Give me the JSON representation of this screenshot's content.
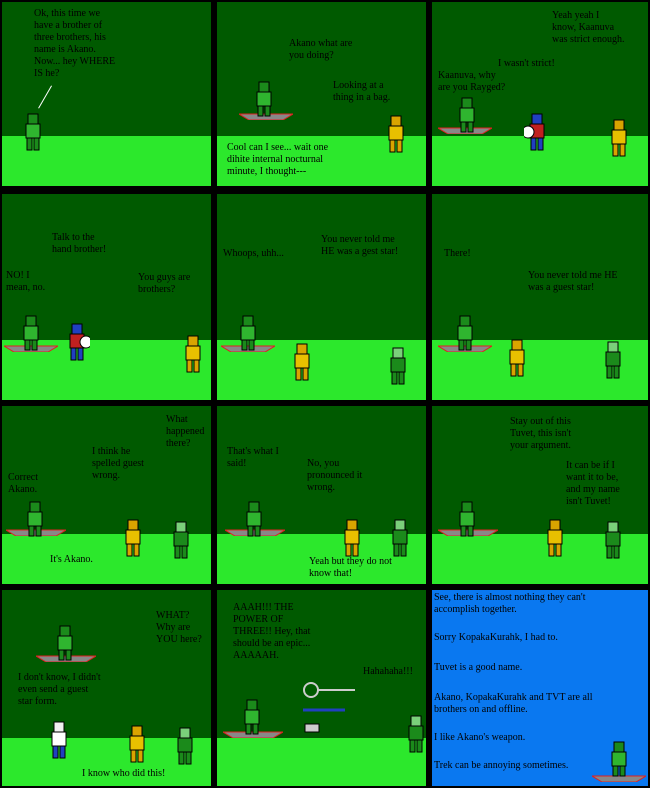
{
  "panels": [
    {
      "id": 1,
      "texts": [
        "Ok, this time we\nhave a brother of\nthree brothers, his\nname is Akano.\nNow... hey WHERE\nIS he?"
      ]
    },
    {
      "id": 2,
      "texts": [
        "Akano what are\nyou doing?",
        "Looking at a\nthing in a bag.",
        "Cool can I see... wait one\ndihite internal nocturnal\nminute, I thought---"
      ]
    },
    {
      "id": 3,
      "texts": [
        "Yeah yeah I\nknow, Kaanuva\nwas strict enough.",
        "I wasn't strict!",
        "Kaanuva, why\nare you Rayged?"
      ]
    },
    {
      "id": 4,
      "texts": [
        "Talk to the\nhand brother!",
        "NO! I\nmean, no.",
        "You guys are\nbrothers?"
      ]
    },
    {
      "id": 5,
      "texts": [
        "Whoops, uhh...",
        "You never told me\nHE was a gest star!"
      ]
    },
    {
      "id": 6,
      "texts": [
        "There!",
        "You never told me HE\nwas a guest star!"
      ]
    },
    {
      "id": 7,
      "texts": [
        "What\nhappened\nthere?",
        "I think he\nspelled guest\nwrong.",
        "Correct\nAkano.",
        "It's Akano."
      ]
    },
    {
      "id": 8,
      "texts": [
        "That's what I\nsaid!",
        "No, you\npronounced it\nwrong.",
        "Yeah but they do not\nknow that!"
      ]
    },
    {
      "id": 9,
      "texts": [
        "Stay out of this\nTuvet, this isn't\nyour argument.",
        "It can be if I\nwant it to be,\nand my name\nisn't Tuvet!"
      ]
    },
    {
      "id": 10,
      "texts": [
        "WHAT?\nWhy are\nYOU here?",
        "I don't know, I didn't\neven send a guest\nstar form.",
        "I know who did this!"
      ]
    },
    {
      "id": 11,
      "texts": [
        "AAAH!!! THE\nPOWER OF\nTHREE!! Hey, that\nshould be an epic...\nAAAAAH.",
        "Hahahaha!!!"
      ]
    },
    {
      "id": 12,
      "texts": [
        "See, there is almost nothing they can't\naccomplish together.",
        "Sorry KopakaKurahk, I had to.",
        "Tuvet is a good name.",
        "Akano, KopakaKurahk and TVT are all\nbrothers on and offline.",
        "I like Akano's weapon.",
        "Trek can be annoying sometimes."
      ]
    }
  ],
  "colors": {
    "sky": "#005a00",
    "ground": "#2ce82c",
    "blue": "#0a78f0"
  }
}
